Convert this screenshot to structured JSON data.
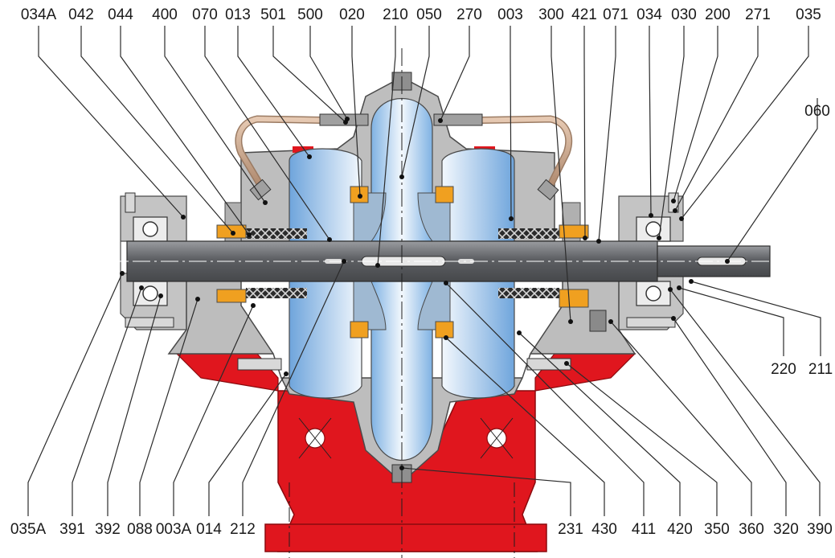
{
  "labels_top": [
    "034A",
    "042",
    "044",
    "400",
    "070",
    "013",
    "501",
    "500",
    "020",
    "210",
    "050",
    "270",
    "003",
    "300",
    "421",
    "071",
    "034",
    "030",
    "200",
    "271",
    "035"
  ],
  "labels_right": [
    "060",
    "220",
    "211"
  ],
  "labels_bottom": [
    "035A",
    "391",
    "392",
    "088",
    "003A",
    "014",
    "212",
    "231",
    "430",
    "411",
    "420",
    "350",
    "360",
    "320",
    "390"
  ],
  "colors": {
    "casing": "#b8b8b8",
    "casing_edge": "#4a4a4a",
    "impeller_blue": "#9cc3e8",
    "impeller_light": "#eef5fc",
    "shaft": "#6d6f73",
    "base_red": "#e0161e",
    "bearing_orange": "#f0a020",
    "seal_tube": "#c8a48a"
  }
}
